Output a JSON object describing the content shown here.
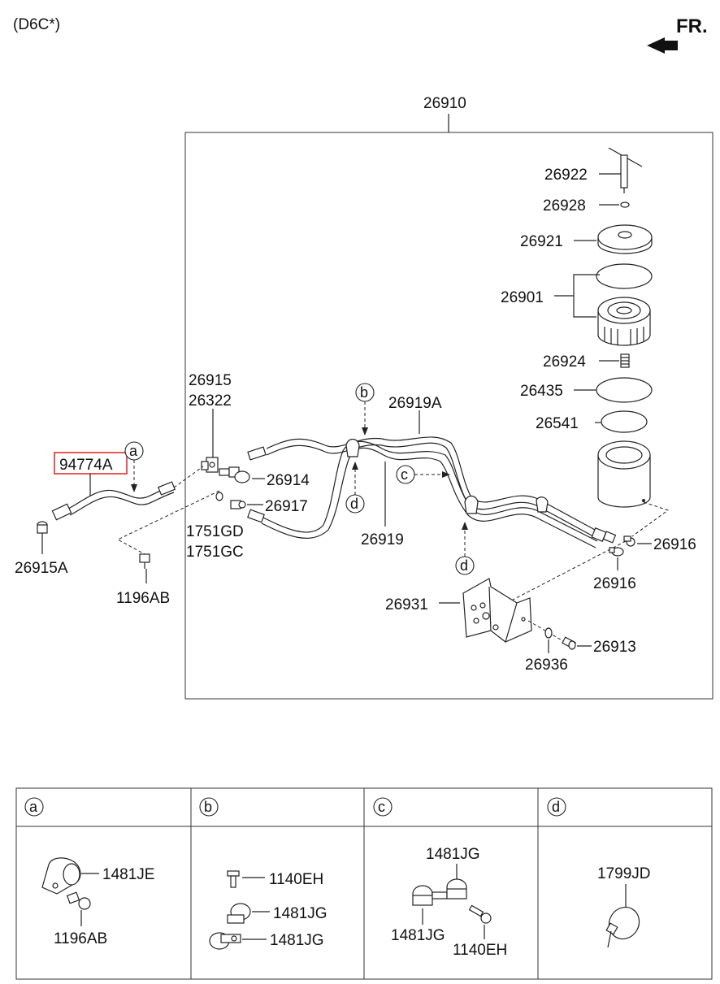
{
  "header": {
    "model_code": "(D6C*)",
    "front_marker": "FR."
  },
  "assembly": {
    "part_number": "26910"
  },
  "callouts": {
    "p26922": "26922",
    "p26928": "26928",
    "p26921": "26921",
    "p26901": "26901",
    "p26924": "26924",
    "p26435": "26435",
    "p26541": "26541",
    "p26915": "26915",
    "p26322": "26322",
    "p26914": "26914",
    "p26917": "26917",
    "p1751GD": "1751GD",
    "p1751GC": "1751GC",
    "p94774A": "94774A",
    "p26915A": "26915A",
    "p1196AB": "1196AB",
    "p26919A": "26919A",
    "p26919": "26919",
    "p26916a": "26916",
    "p26916b": "26916",
    "p26931": "26931",
    "p26913": "26913",
    "p26936": "26936"
  },
  "markers": {
    "a": "a",
    "b": "b",
    "c": "c",
    "d": "d"
  },
  "highlighted_part": "94774A",
  "legend": [
    {
      "key": "a",
      "parts": [
        "1481JE",
        "1196AB"
      ]
    },
    {
      "key": "b",
      "parts": [
        "1140EH",
        "1481JG",
        "1481JG"
      ]
    },
    {
      "key": "c",
      "parts": [
        "1481JG",
        "1481JG",
        "1140EH"
      ]
    },
    {
      "key": "d",
      "parts": [
        "1799JD"
      ]
    }
  ],
  "colors": {
    "highlight": "#e02020",
    "ink": "#222222"
  }
}
